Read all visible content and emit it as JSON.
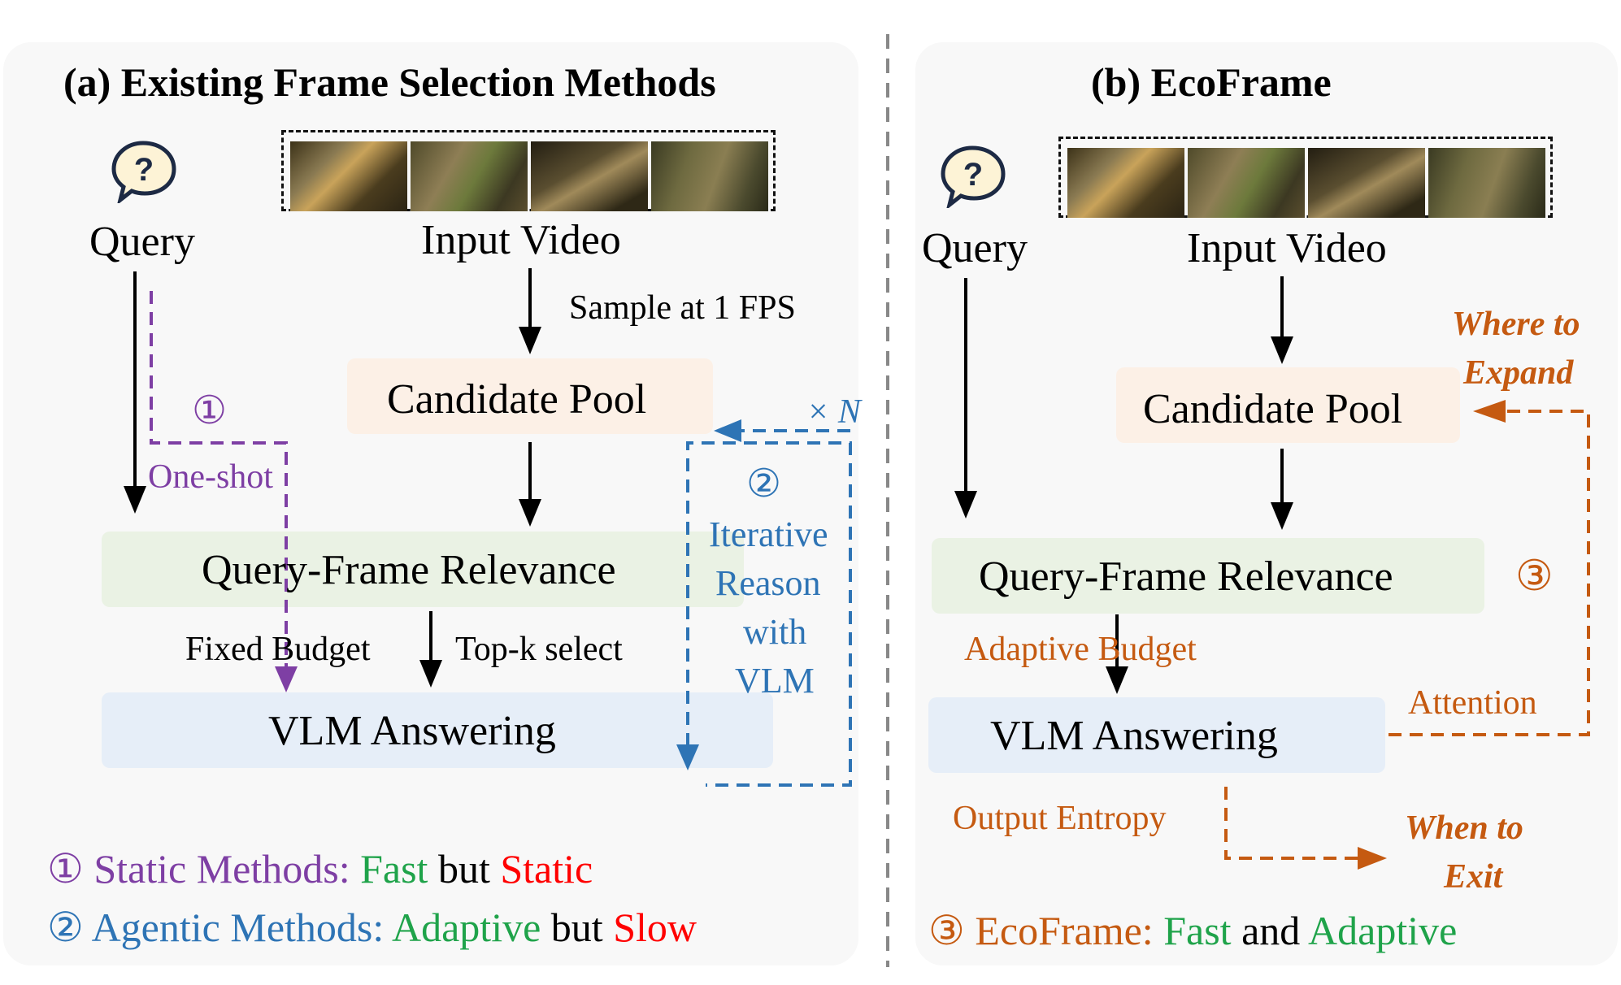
{
  "colors": {
    "purple": "#7e3fa4",
    "blue": "#2e74b5",
    "orange": "#c55a11",
    "green": "#1fa34a",
    "red": "#ff0000",
    "pool_bg": "#fcf0e6",
    "relevance_bg": "#eaf2e4",
    "answer_bg": "#e6eef8",
    "panel_bg": "#f8f8f8"
  },
  "icons": [
    "question-bubble-icon",
    "video-frame-strip"
  ],
  "left": {
    "title": "(a) Existing Frame Selection Methods",
    "query_label": "Query",
    "video_label": "Input Video",
    "sample_label": "Sample at 1 FPS",
    "pool_label": "Candidate Pool",
    "relevance_label": "Query-Frame Relevance",
    "answer_label": "VLM Answering",
    "fixed_budget": "Fixed Budget",
    "topk": "Top-k select",
    "step1_num": "①",
    "step1_label": "One-shot",
    "step2_num": "②",
    "iterative_lines": [
      "Iterative",
      "Reason",
      "with",
      "VLM"
    ],
    "times_n": "× N",
    "legend1": {
      "num": "①",
      "name": "Static Methods:",
      "good": "Fast",
      "mid": "but",
      "bad": "Static"
    },
    "legend2": {
      "num": "②",
      "name": "Agentic Methods:",
      "good": "Adaptive",
      "mid": "but",
      "bad": "Slow"
    }
  },
  "right": {
    "title": "(b) EcoFrame",
    "query_label": "Query",
    "video_label": "Input Video",
    "pool_label": "Candidate Pool",
    "relevance_label": "Query-Frame Relevance",
    "answer_label": "VLM Answering",
    "adaptive_budget": "Adaptive Budget",
    "attention": "Attention",
    "output_entropy": "Output Entropy",
    "step3_num": "③",
    "where_expand_lines": [
      "Where to",
      "Expand"
    ],
    "when_exit_lines": [
      "When to",
      "Exit"
    ],
    "legend3": {
      "num": "③",
      "name": "EcoFrame:",
      "good1": "Fast",
      "mid": "and",
      "good2": "Adaptive"
    }
  }
}
